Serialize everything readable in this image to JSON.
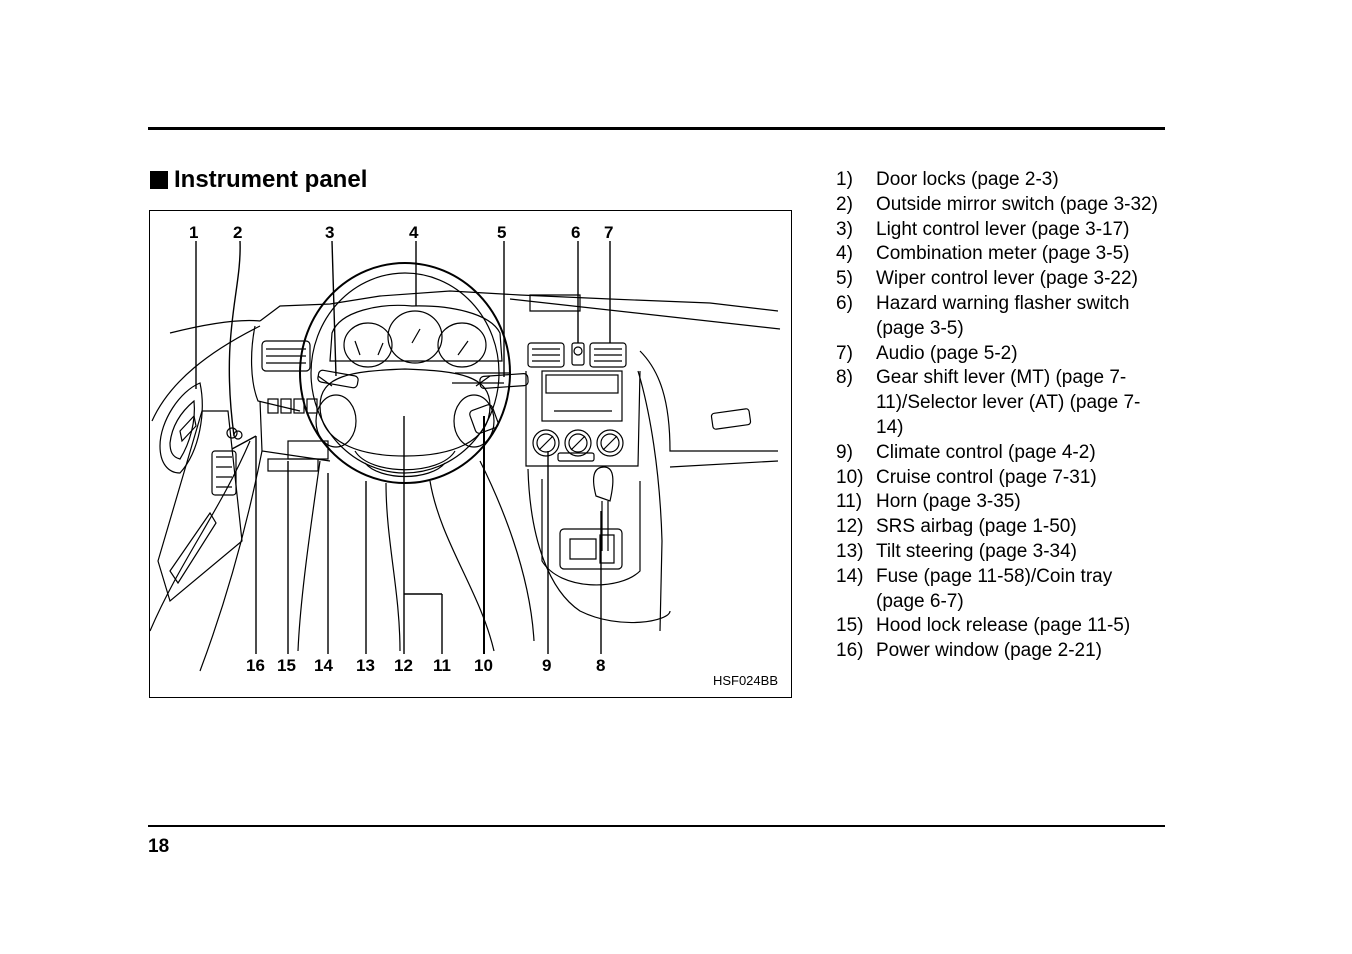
{
  "section": {
    "title": "Instrument panel"
  },
  "figure": {
    "code": "HSF024BB",
    "top_callouts": [
      "1",
      "2",
      "3",
      "4",
      "5",
      "6",
      "7"
    ],
    "bottom_callouts": [
      "16",
      "15",
      "14",
      "13",
      "12",
      "11",
      "10",
      "9",
      "8"
    ]
  },
  "legend": [
    {
      "num": "1)",
      "text": "Door locks (page 2-3)"
    },
    {
      "num": "2)",
      "text": "Outside mirror switch (page 3-32)"
    },
    {
      "num": "3)",
      "text": "Light control lever (page 3-17)"
    },
    {
      "num": "4)",
      "text": "Combination meter (page 3-5)"
    },
    {
      "num": "5)",
      "text": "Wiper control lever (page 3-22)"
    },
    {
      "num": "6)",
      "text": "Hazard warning flasher switch (page 3-5)"
    },
    {
      "num": "7)",
      "text": "Audio (page 5-2)"
    },
    {
      "num": "8)",
      "text": "Gear shift lever (MT) (page 7-11)/Selector lever (AT) (page 7-14)"
    },
    {
      "num": "9)",
      "text": "Climate control (page 4-2)"
    },
    {
      "num": "10)",
      "text": "Cruise control (page 7-31)"
    },
    {
      "num": "11)",
      "text": "Horn (page 3-35)"
    },
    {
      "num": "12)",
      "text": "SRS airbag (page 1-50)"
    },
    {
      "num": "13)",
      "text": "Tilt steering (page 3-34)"
    },
    {
      "num": "14)",
      "text": "Fuse (page 11-58)/Coin tray (page 6-7)"
    },
    {
      "num": "15)",
      "text": "Hood lock release (page 11-5)"
    },
    {
      "num": "16)",
      "text": "Power window (page 2-21)"
    }
  ],
  "page_number": "18"
}
